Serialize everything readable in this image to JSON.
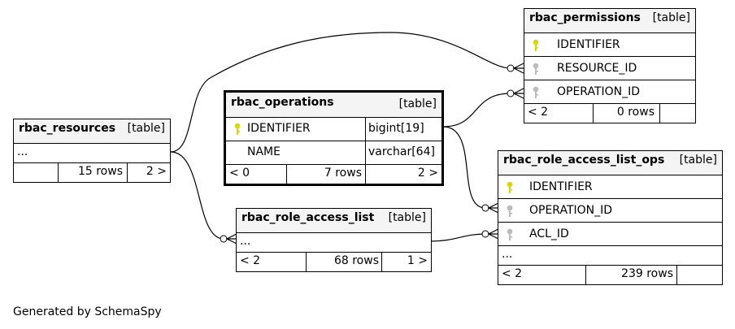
{
  "tables": {
    "rbac_permissions": {
      "name": "rbac_permissions",
      "type": "[table]",
      "columns": [
        "IDENTIFIER",
        "RESOURCE_ID",
        "OPERATION_ID"
      ],
      "stats": {
        "parents": "< 2",
        "rows": "0 rows",
        "children": ""
      }
    },
    "rbac_operations": {
      "name": "rbac_operations",
      "type": "[table]",
      "columns": [
        {
          "name": "IDENTIFIER",
          "type": "bigint[19]"
        },
        {
          "name": "NAME",
          "type": "varchar[64]"
        }
      ],
      "stats": {
        "parents": "< 0",
        "rows": "7 rows",
        "children": "2 >"
      }
    },
    "rbac_resources": {
      "name": "rbac_resources",
      "type": "[table]",
      "ellipsis": "...",
      "stats": {
        "parents": "",
        "rows": "15 rows",
        "children": "2 >"
      }
    },
    "rbac_role_access_list": {
      "name": "rbac_role_access_list",
      "type": "[table]",
      "ellipsis": "...",
      "stats": {
        "parents": "< 2",
        "rows": "68 rows",
        "children": "1 >"
      }
    },
    "rbac_role_access_list_ops": {
      "name": "rbac_role_access_list_ops",
      "type": "[table]",
      "columns": [
        "IDENTIFIER",
        "OPERATION_ID",
        "ACL_ID"
      ],
      "ellipsis": "...",
      "stats": {
        "parents": "< 2",
        "rows": "239 rows",
        "children": ""
      }
    }
  },
  "colors": {
    "primary_key": "#d8d800",
    "foreign_key": "#bcbcbc",
    "header_bg": "#f4f4f4"
  },
  "footer": "Generated by SchemaSpy"
}
